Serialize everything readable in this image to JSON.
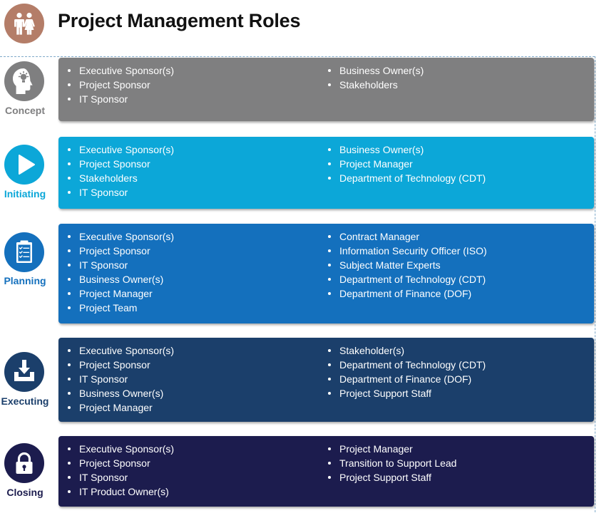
{
  "header": {
    "title": "Project Management Roles",
    "icon": "people-icon",
    "icon_color": "#b47d68"
  },
  "stages": [
    {
      "id": "concept",
      "label": "Concept",
      "icon": "head-lightbulb-icon",
      "color": "#7f7f80",
      "label_color": "#7f7f80",
      "left_roles": [
        "Executive Sponsor(s)",
        "Project Sponsor",
        "IT Sponsor"
      ],
      "right_roles": [
        "Business Owner(s)",
        "Stakeholders"
      ]
    },
    {
      "id": "initiating",
      "label": "Initiating",
      "icon": "play-icon",
      "color": "#0ca7d8",
      "label_color": "#0ca7d8",
      "left_roles": [
        "Executive Sponsor(s)",
        "Project Sponsor",
        "Stakeholders",
        "IT Sponsor"
      ],
      "right_roles": [
        "Business Owner(s)",
        "Project Manager",
        "Department of Technology (CDT)"
      ]
    },
    {
      "id": "planning",
      "label": "Planning",
      "icon": "clipboard-checklist-icon",
      "color": "#1470bd",
      "label_color": "#1470bd",
      "left_roles": [
        "Executive Sponsor(s)",
        "Project Sponsor",
        "IT Sponsor",
        "Business Owner(s)",
        "Project Manager",
        "Project Team"
      ],
      "right_roles": [
        "Contract Manager",
        "Information Security Officer (ISO)",
        "Subject Matter Experts",
        "Department of Technology (CDT)",
        "Department of Finance (DOF)"
      ]
    },
    {
      "id": "executing",
      "label": "Executing",
      "icon": "download-tray-icon",
      "color": "#1b3f6b",
      "label_color": "#1b3f6b",
      "left_roles": [
        "Executive Sponsor(s)",
        "Project Sponsor",
        "IT Sponsor",
        "Business Owner(s)",
        "Project Manager"
      ],
      "right_roles": [
        "Stakeholder(s)",
        "Department of Technology (CDT)",
        "Department of Finance (DOF)",
        "Project Support Staff"
      ]
    },
    {
      "id": "closing",
      "label": "Closing",
      "icon": "lock-icon",
      "color": "#1c1c4e",
      "label_color": "#1c1c4e",
      "left_roles": [
        "Executive Sponsor(s)",
        "Project Sponsor",
        "IT Sponsor",
        "IT Product Owner(s)"
      ],
      "right_roles": [
        "Project Manager",
        "Transition to Support Lead",
        "Project Support Staff"
      ]
    }
  ]
}
